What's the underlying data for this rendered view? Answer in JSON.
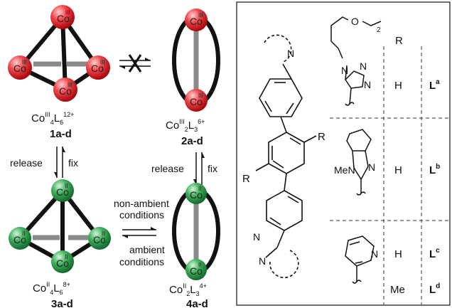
{
  "metal_label": "Co",
  "ox_iii": "III",
  "ox_ii": "II",
  "colors": {
    "co_iii": "#e8232a",
    "co_ii": "#2e9a4e",
    "bond": "#111111",
    "gray_bond": "#8a8a8a"
  },
  "species": {
    "s1": {
      "formula_main": "Co",
      "ox": "III",
      "sub1": "4",
      "l": "L",
      "sub2": "6",
      "charge": "12+",
      "id": "1a-d"
    },
    "s2": {
      "formula_main": "Co",
      "ox": "III",
      "sub1": "2",
      "l": "L",
      "sub2": "3",
      "charge": "6+",
      "id": "2a-d"
    },
    "s3": {
      "formula_main": "Co",
      "ox": "II",
      "sub1": "4",
      "l": "L",
      "sub2": "6",
      "charge": "8+",
      "id": "3a-d"
    },
    "s4": {
      "formula_main": "Co",
      "ox": "II",
      "sub1": "2",
      "l": "L",
      "sub2": "3",
      "charge": "4+",
      "id": "4a-d"
    }
  },
  "arrows": {
    "left_release": "release",
    "left_fix": "fix",
    "right_release": "release",
    "right_fix": "fix",
    "nonambient_1": "non-ambient",
    "nonambient_2": "conditions",
    "ambient_1": "ambient",
    "ambient_2": "conditions"
  },
  "ligand_panel": {
    "R_header": "R",
    "N": "N",
    "R": "R",
    "O": "O",
    "sub2": "2",
    "triazole_N": "N",
    "MeN": "MeN",
    "rows": [
      {
        "r": "H",
        "ligand": "L",
        "sup": "a"
      },
      {
        "r": "H",
        "ligand": "L",
        "sup": "b"
      },
      {
        "r": "H",
        "ligand": "L",
        "sup": "c"
      },
      {
        "r": "Me",
        "ligand": "L",
        "sup": "d"
      }
    ]
  }
}
